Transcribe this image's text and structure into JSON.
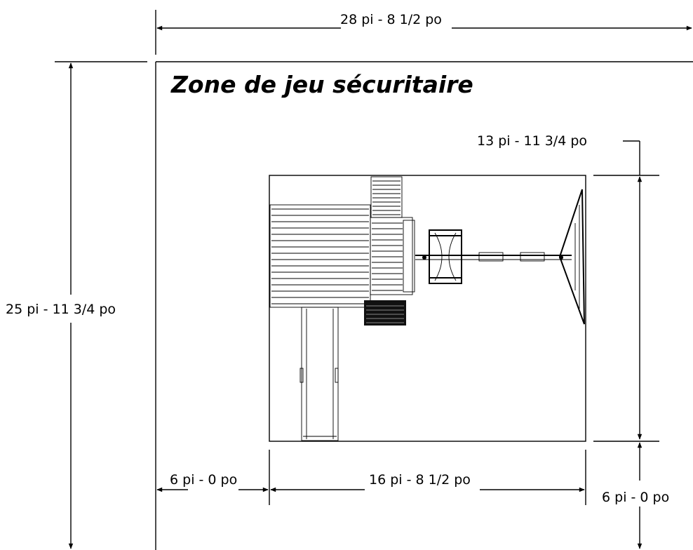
{
  "diagram": {
    "title": "Zone de jeu sécuritaire",
    "dimensions": {
      "overall_width": "28 pi - 8 1/2 po",
      "overall_depth": "25 pi - 11 3/4 po",
      "structure_depth": "13 pi - 11 3/4 po",
      "structure_width": "16 pi - 8 1/2 po",
      "left_clearance": "6 pi - 0 po",
      "bottom_clearance": "6 pi - 0 po"
    }
  }
}
